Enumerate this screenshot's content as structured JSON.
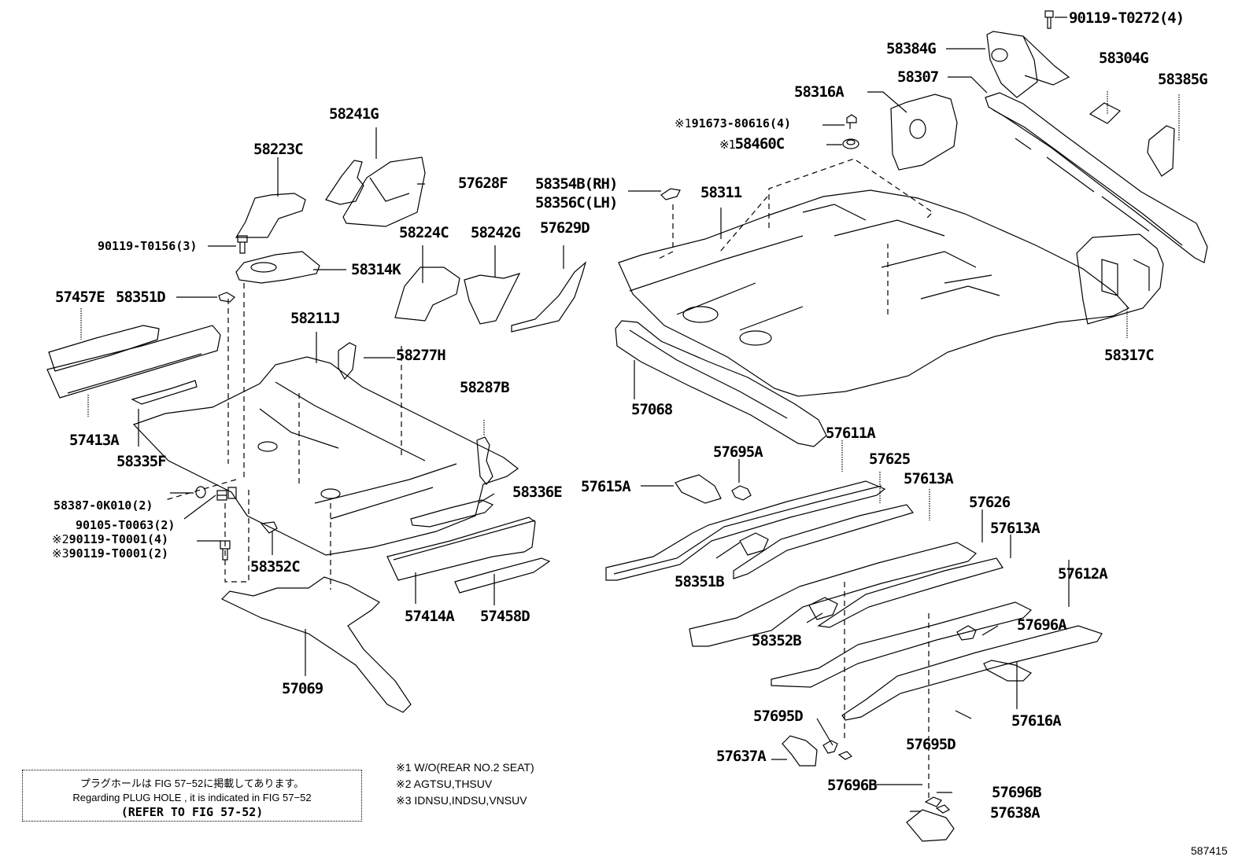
{
  "diagram": {
    "title": "Floor pan & lower back panel parts diagram",
    "figure_number": "587415",
    "callouts": [
      {
        "id": "c-90119-T0272",
        "text": "90119-T0272(4)"
      },
      {
        "id": "c-58384G",
        "text": "58384G"
      },
      {
        "id": "c-58304G",
        "text": "58304G"
      },
      {
        "id": "c-58385G",
        "text": "58385G"
      },
      {
        "id": "c-58307",
        "text": "58307"
      },
      {
        "id": "c-58316A",
        "text": "58316A"
      },
      {
        "id": "c-91673-80616",
        "text": "91673-80616(4)",
        "mark": "※1"
      },
      {
        "id": "c-58460C",
        "text": "58460C",
        "mark": "※1"
      },
      {
        "id": "c-58241G",
        "text": "58241G"
      },
      {
        "id": "c-58223C",
        "text": "58223C"
      },
      {
        "id": "c-57628F",
        "text": "57628F"
      },
      {
        "id": "c-58354B",
        "text": "58354B(RH)"
      },
      {
        "id": "c-58356C",
        "text": "58356C(LH)"
      },
      {
        "id": "c-58311",
        "text": "58311"
      },
      {
        "id": "c-90119-T0156",
        "text": "90119-T0156(3)"
      },
      {
        "id": "c-58224C",
        "text": "58224C"
      },
      {
        "id": "c-58242G",
        "text": "58242G"
      },
      {
        "id": "c-57629D",
        "text": "57629D"
      },
      {
        "id": "c-58314K",
        "text": "58314K"
      },
      {
        "id": "c-57457E",
        "text": "57457E"
      },
      {
        "id": "c-58351D",
        "text": "58351D"
      },
      {
        "id": "c-58211J",
        "text": "58211J"
      },
      {
        "id": "c-58277H",
        "text": "58277H"
      },
      {
        "id": "c-58317C",
        "text": "58317C"
      },
      {
        "id": "c-57068",
        "text": "57068"
      },
      {
        "id": "c-57413A",
        "text": "57413A"
      },
      {
        "id": "c-58335F",
        "text": "58335F"
      },
      {
        "id": "c-58287B",
        "text": "58287B"
      },
      {
        "id": "c-57611A",
        "text": "57611A"
      },
      {
        "id": "c-57695A",
        "text": "57695A"
      },
      {
        "id": "c-57625",
        "text": "57625"
      },
      {
        "id": "c-57615A",
        "text": "57615A"
      },
      {
        "id": "c-57613A-1",
        "text": "57613A"
      },
      {
        "id": "c-58336E",
        "text": "58336E"
      },
      {
        "id": "c-57626",
        "text": "57626"
      },
      {
        "id": "c-58387-0K010",
        "text": "58387-0K010(2)"
      },
      {
        "id": "c-90105-T0063",
        "text": "90105-T0063(2)"
      },
      {
        "id": "c-90119-T0001-4",
        "text": "90119-T0001(4)",
        "mark": "※2"
      },
      {
        "id": "c-90119-T0001-2",
        "text": "90119-T0001(2)",
        "mark": "※3"
      },
      {
        "id": "c-57613A-2",
        "text": "57613A"
      },
      {
        "id": "c-58352C",
        "text": "58352C"
      },
      {
        "id": "c-58351B",
        "text": "58351B"
      },
      {
        "id": "c-57612A",
        "text": "57612A"
      },
      {
        "id": "c-57414A",
        "text": "57414A"
      },
      {
        "id": "c-57458D",
        "text": "57458D"
      },
      {
        "id": "c-57696A",
        "text": "57696A"
      },
      {
        "id": "c-58352B",
        "text": "58352B"
      },
      {
        "id": "c-57069",
        "text": "57069"
      },
      {
        "id": "c-57616A",
        "text": "57616A"
      },
      {
        "id": "c-57695D-1",
        "text": "57695D"
      },
      {
        "id": "c-57637A",
        "text": "57637A"
      },
      {
        "id": "c-57695D-2",
        "text": "57695D"
      },
      {
        "id": "c-57696B-1",
        "text": "57696B"
      },
      {
        "id": "c-57696B-2",
        "text": "57696B"
      },
      {
        "id": "c-57638A",
        "text": "57638A"
      }
    ]
  },
  "note_box": {
    "line_jp": "プラグホールは FIG 57−52に掲載してあります。",
    "line_en": "Regarding PLUG HOLE , it is indicated in FIG 57−52",
    "line_ref": "(REFER TO FIG 57-52)"
  },
  "legend": [
    {
      "mark": "※1",
      "text": "W/O(REAR NO.2 SEAT)"
    },
    {
      "mark": "※2",
      "text": "AGTSU,THSUV"
    },
    {
      "mark": "※3",
      "text": "IDNSU,INDSU,VNSUV"
    }
  ]
}
